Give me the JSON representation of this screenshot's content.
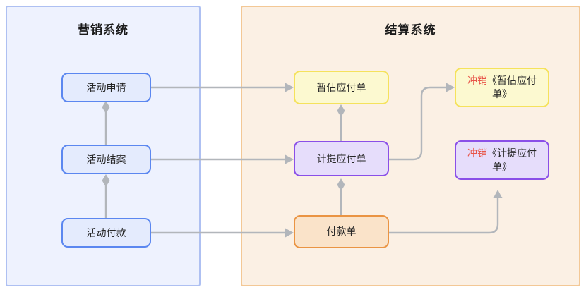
{
  "diagram": {
    "type": "flowchart",
    "title_visible": false,
    "panels": [
      {
        "id": "marketing",
        "label": "营销系统",
        "bg_color": "#eef2fe",
        "border_color": "#aec0f2",
        "nodes": [
          {
            "id": "activity-application",
            "label": "活动申请",
            "style": "blue"
          },
          {
            "id": "activity-closing",
            "label": "活动结案",
            "style": "blue"
          },
          {
            "id": "activity-payment",
            "label": "活动付款",
            "style": "blue"
          }
        ]
      },
      {
        "id": "settlement",
        "label": "结算系统",
        "bg_color": "#fbf0e4",
        "border_color": "#f3c896",
        "nodes": [
          {
            "id": "estimated-payable",
            "label": "暂估应付单",
            "style": "yellow"
          },
          {
            "id": "accrued-payable",
            "label": "计提应付单",
            "style": "purple"
          },
          {
            "id": "payment-voucher",
            "label": "付款单",
            "style": "orange"
          },
          {
            "id": "reverse-estimated",
            "label_prefix": "冲销",
            "label_rest": "《暂估应付单》",
            "style": "yellow"
          },
          {
            "id": "reverse-accrued",
            "label_prefix": "冲销",
            "label_rest": "《计提应付单》",
            "style": "purple"
          }
        ]
      }
    ],
    "edges": [
      {
        "from": "activity-application",
        "to": "estimated-payable",
        "head": "arrow"
      },
      {
        "from": "activity-closing",
        "to": "accrued-payable",
        "head": "arrow"
      },
      {
        "from": "activity-payment",
        "to": "payment-voucher",
        "head": "arrow"
      },
      {
        "from": "activity-closing",
        "to": "activity-application",
        "head": "diamond"
      },
      {
        "from": "activity-payment",
        "to": "activity-closing",
        "head": "diamond"
      },
      {
        "from": "accrued-payable",
        "to": "estimated-payable",
        "head": "diamond"
      },
      {
        "from": "payment-voucher",
        "to": "accrued-payable",
        "head": "diamond"
      },
      {
        "from": "accrued-payable",
        "to": "reverse-estimated",
        "head": "arrow"
      },
      {
        "from": "payment-voucher",
        "to": "reverse-accrued",
        "head": "arrow"
      }
    ],
    "colors": {
      "edge": "#b2b6bb",
      "accent_red": "#e8564a",
      "blue_border": "#5b87f0",
      "yellow_border": "#f5e25c",
      "purple_border": "#8a4fe8",
      "orange_border": "#ea9443"
    }
  }
}
